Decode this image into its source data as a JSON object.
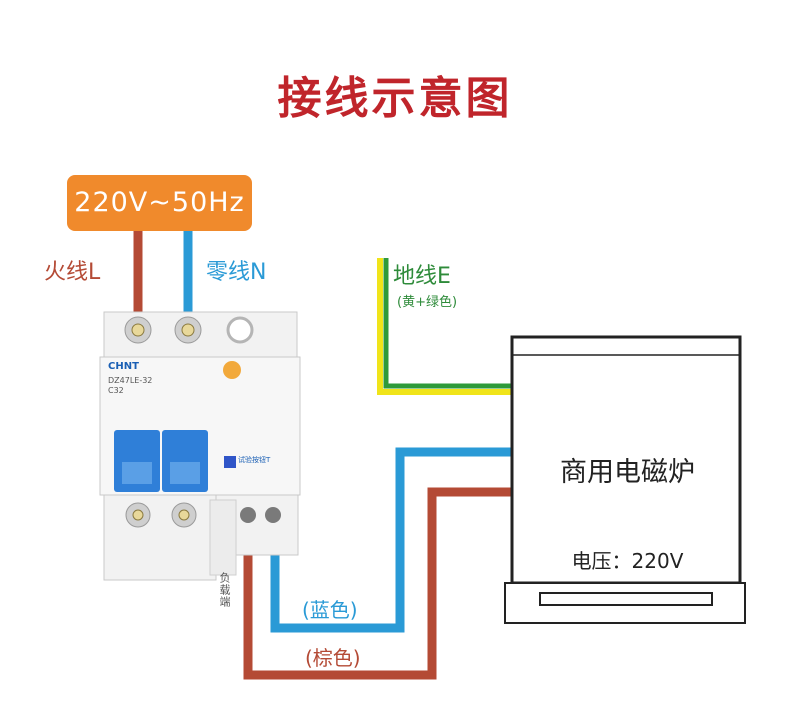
{
  "title": "接线示意图",
  "power_source": {
    "label": "220V~50Hz",
    "color": "#f08a2c"
  },
  "wires": {
    "live": {
      "label": "火线L",
      "color": "#b44a35"
    },
    "neutral": {
      "label": "零线N",
      "color": "#2a9ad6"
    },
    "ground": {
      "label": "地线E",
      "note": "(黄+绿色)",
      "color_yellow": "#f0e41a",
      "color_green": "#2e9a3a"
    },
    "blue_out": {
      "label": "(蓝色)"
    },
    "brown_out": {
      "label": "(棕色)"
    }
  },
  "breaker": {
    "brand": "CHNT",
    "model": "DZ47LE-32",
    "rating": "C32",
    "leakage_label": "负载端",
    "test_label": "试验按钮T"
  },
  "device": {
    "name": "商用电磁炉",
    "voltage": "电压：220V"
  }
}
